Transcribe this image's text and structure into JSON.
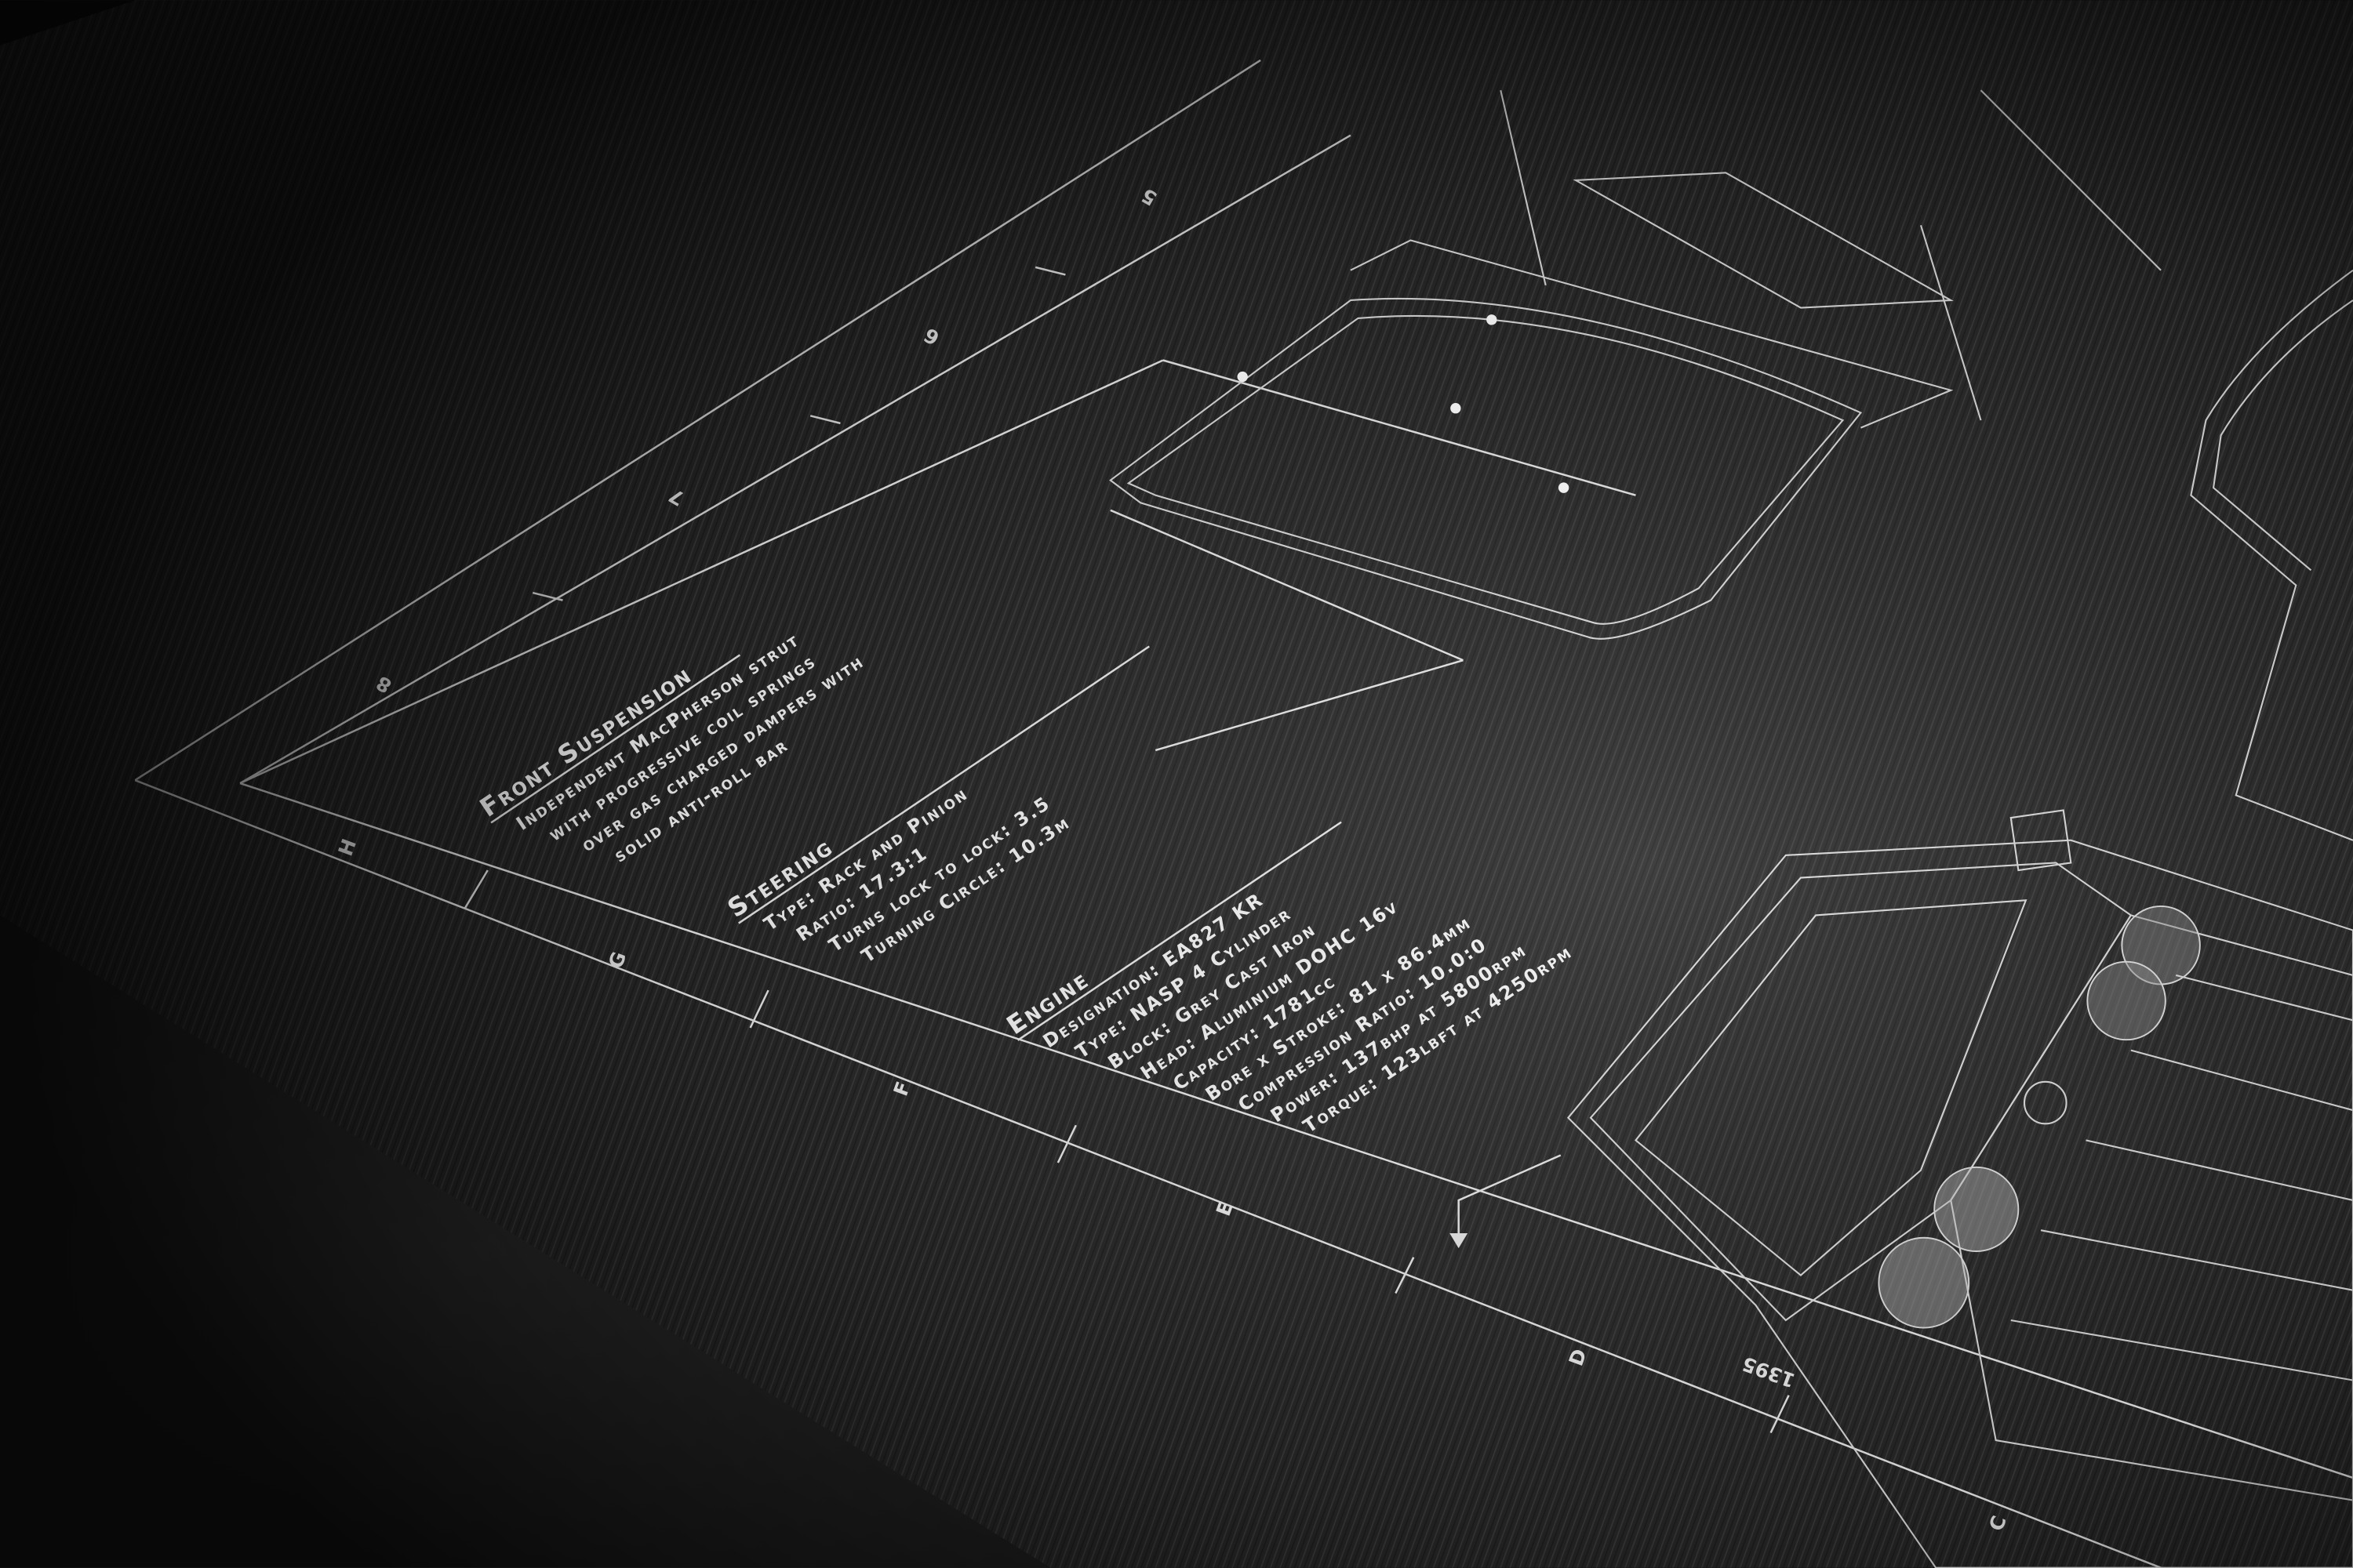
{
  "scene": {
    "plate_color": "#2b2b2b",
    "ink_color": "#f2f2f2"
  },
  "grid_labels": {
    "columns": [
      "5",
      "6",
      "7",
      "8"
    ],
    "rows": [
      "H",
      "G",
      "F",
      "E",
      "D",
      "C"
    ]
  },
  "dimension": "1395",
  "front_suspension": {
    "heading": "Front Suspension",
    "lines": [
      "Independent MacPherson strut",
      "with progressive coil springs",
      "over gas charged dampers with",
      "solid anti-roll bar"
    ]
  },
  "steering": {
    "heading": "Steering",
    "lines": [
      "Type: Rack and Pinion",
      "Ratio: 17.3:1",
      "Turns lock to lock: 3.5",
      "Turning Circle: 10.3m"
    ]
  },
  "engine": {
    "heading": "Engine",
    "lines": [
      "Designation: EA827 KR",
      "Type: NASP 4 Cylinder",
      "Block: Grey Cast Iron",
      "Head: Aluminium DOHC 16v",
      "Capacity: 1781cc",
      "Bore x Stroke: 81 x 86.4mm",
      "Compression Ratio: 10.0:0",
      "Power: 137bhp at 5800rpm",
      "Torque: 123lbft at 4250rpm"
    ]
  }
}
